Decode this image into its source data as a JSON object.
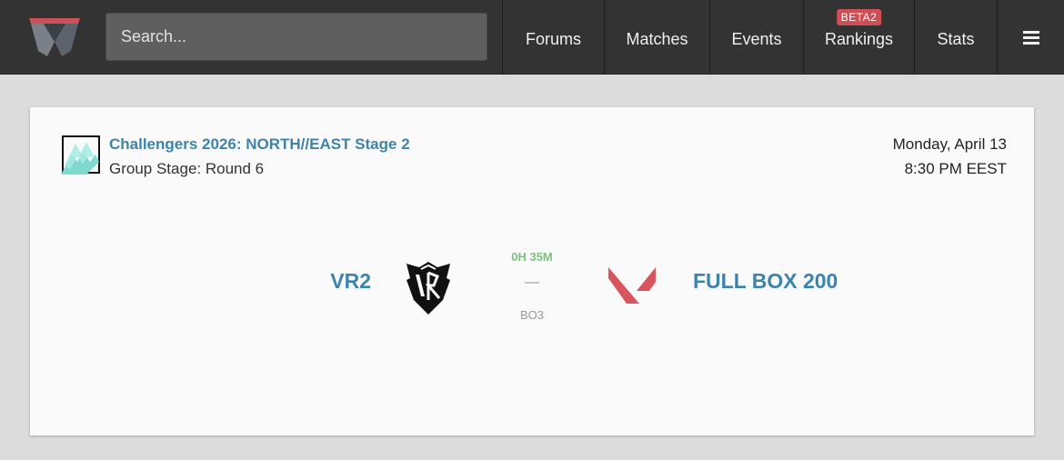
{
  "header": {
    "logo_icon": "vlr-logo-icon",
    "search_placeholder": "Search...",
    "search_value": "",
    "nav": [
      {
        "label": "Forums"
      },
      {
        "label": "Matches"
      },
      {
        "label": "Events"
      },
      {
        "label": "Rankings",
        "badge": "BETA2"
      },
      {
        "label": "Stats"
      }
    ],
    "menu_icon": "hamburger-menu-icon",
    "colors": {
      "background": "#333333",
      "badge": "#d04e56",
      "search": "#5f5f5f"
    }
  },
  "match": {
    "event": {
      "name": "Challengers 2026: NORTH//EAST Stage 2",
      "series": "Group Stage: Round 6",
      "icon": "challengers-event-icon"
    },
    "date": "Monday, April 13",
    "time": "8:30 PM EEST",
    "team1": {
      "name": "VR2",
      "logo": "vr2-logo-icon"
    },
    "team2": {
      "name": "FULL BOX 200",
      "logo": "valorant-logo-icon"
    },
    "countdown": "0H 35M",
    "separator": "—",
    "format": "BO3",
    "colors": {
      "link": "#3c84b0",
      "countdown": "#7fbf7f",
      "muted": "#999999",
      "team2_logo": "#d9545d"
    }
  }
}
